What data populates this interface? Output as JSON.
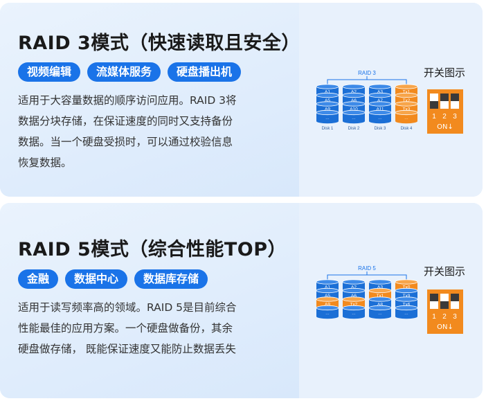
{
  "cards": [
    {
      "title": "RAID 3模式（快速读取且安全）",
      "tags": [
        "视频编辑",
        "流媒体服务",
        "硬盘播出机"
      ],
      "desc_lines": [
        "适用于大容量数据的顺序访问应用。RAID 3将",
        "数据分块存储，在保证速度的同时又支持备份",
        "数据。当一个硬盘受损时，可以通过校验信息",
        "恢复数据。"
      ],
      "switch_label": "开关图示",
      "diagram": {
        "label": "RAID 3",
        "disks": [
          {
            "name": "Disk 1",
            "items": [
              "A1",
              "A5",
              "A9",
              "..."
            ],
            "parity": [
              false,
              false,
              false,
              false
            ],
            "orange": false
          },
          {
            "name": "Disk 2",
            "items": [
              "A2",
              "A6",
              "A10",
              "..."
            ],
            "parity": [
              false,
              false,
              false,
              false
            ],
            "orange": false
          },
          {
            "name": "Disk 3",
            "items": [
              "A3",
              "A7",
              "A11",
              "..."
            ],
            "parity": [
              false,
              false,
              false,
              false
            ],
            "orange": false
          },
          {
            "name": "Disk 4",
            "items": [
              "Tx1",
              "Tx2",
              "Tx3",
              "..."
            ],
            "parity": [
              true,
              true,
              true,
              true
            ],
            "orange": true
          }
        ]
      },
      "dip": {
        "numbers": [
          "1",
          "2",
          "3"
        ],
        "on_label": "ON↓",
        "switch_down": [
          true,
          false,
          false
        ]
      }
    },
    {
      "title": "RAID 5模式（综合性能TOP）",
      "tags": [
        "金融",
        "数据中心",
        "数据库存储"
      ],
      "desc_lines": [
        "适用于读写频率高的领域。RAID 5是目前综合",
        "性能最佳的应用方案。一个硬盘做备份，其余",
        "硬盘做存储，  既能保证速度又能防止数据丢失"
      ],
      "switch_label": "开关图示",
      "diagram": {
        "label": "RAID 5",
        "disks": [
          {
            "name": "",
            "items": [
              "A1",
              "A5",
              "A9",
              "..."
            ],
            "parity": [
              false,
              false,
              true,
              false
            ],
            "orange": false
          },
          {
            "name": "",
            "items": [
              "A2",
              "A6",
              "Tx2",
              "..."
            ],
            "parity": [
              false,
              false,
              true,
              false
            ],
            "orange": false
          },
          {
            "name": "",
            "items": [
              "A3",
              "Tx1",
              "A8",
              "..."
            ],
            "parity": [
              false,
              true,
              false,
              false
            ],
            "orange": false
          },
          {
            "name": "",
            "items": [
              "Tx0",
              "Tx9",
              "Tx6",
              "..."
            ],
            "parity": [
              true,
              false,
              false,
              false
            ],
            "orange": true
          }
        ]
      },
      "dip": {
        "numbers": [
          "1",
          "2",
          "3"
        ],
        "on_label": "ON↓",
        "switch_down": [
          false,
          true,
          false
        ]
      }
    }
  ],
  "colors": {
    "blue": "#1a73e8",
    "disk_blue": "#1b6fd6",
    "orange": "#f28a1e"
  }
}
